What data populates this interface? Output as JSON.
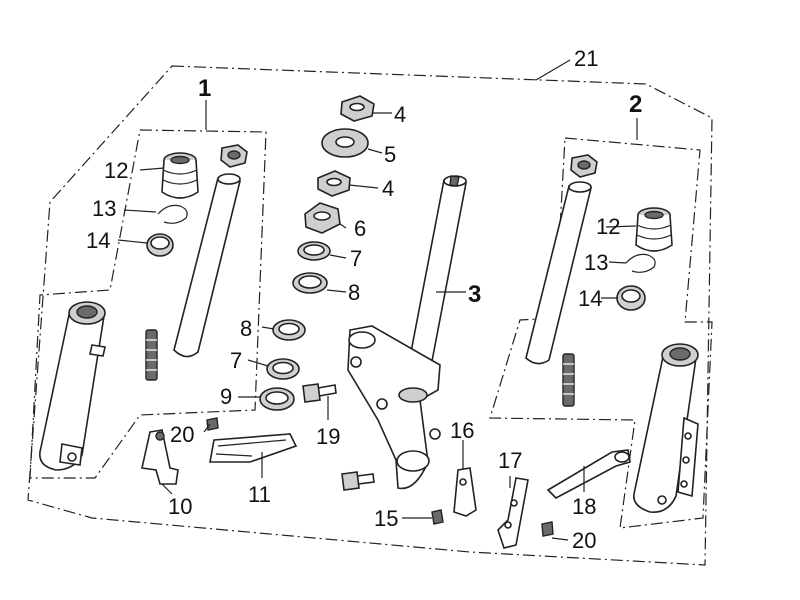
{
  "callouts": {
    "c1": "1",
    "c2": "2",
    "c3": "3",
    "c4a": "4",
    "c4b": "4",
    "c5": "5",
    "c6": "6",
    "c7a": "7",
    "c7b": "7",
    "c8a": "8",
    "c8b": "8",
    "c9": "9",
    "c10": "10",
    "c11": "11",
    "c12a": "12",
    "c12b": "12",
    "c13a": "13",
    "c13b": "13",
    "c14a": "14",
    "c14b": "14",
    "c15": "15",
    "c16": "16",
    "c17": "17",
    "c18": "18",
    "c19": "19",
    "c20a": "20",
    "c20b": "20",
    "c21": "21"
  }
}
